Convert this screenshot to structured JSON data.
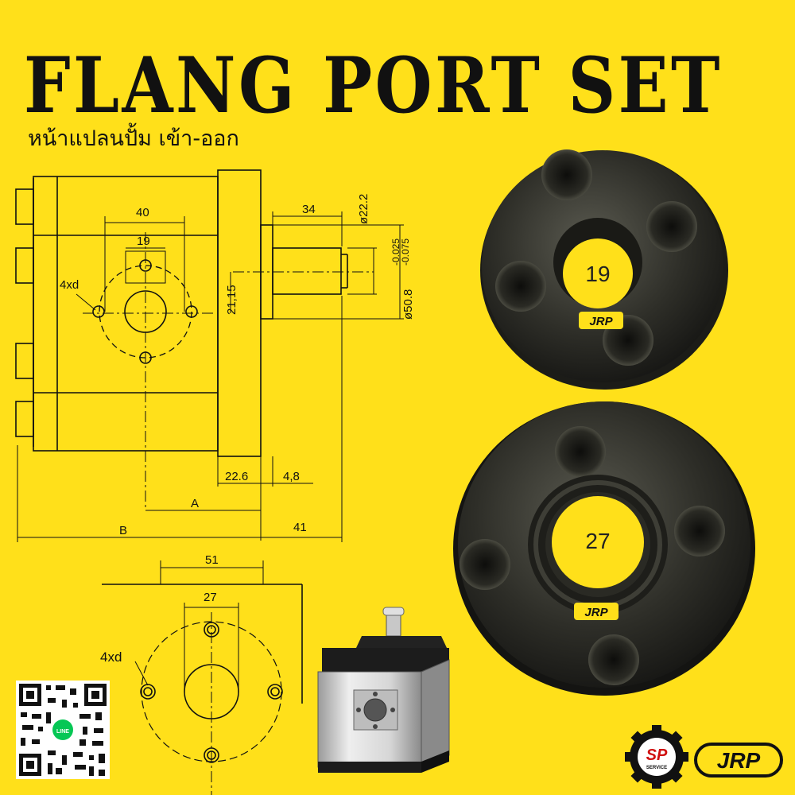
{
  "title": "FLANG PORT SET",
  "subtitle": "หน้าแปลนปั้ม เข้า-ออก",
  "drawing_top": {
    "dim_40": "40",
    "dim_19": "19",
    "dim_4xd": "4xd",
    "dim_34": "34",
    "dim_22_2": "ø22.2",
    "dim_21_15": "21,15",
    "dim_50_8": "ø50.8",
    "tol_upper": "-0.025",
    "tol_lower": "-0.075",
    "dim_22_6": "22.6",
    "dim_4_8": "4,8",
    "dim_A": "A",
    "dim_B": "B",
    "dim_41": "41"
  },
  "drawing_bottom": {
    "dim_51": "51",
    "dim_27": "27",
    "dim_4xd": "4xd"
  },
  "flange_small": {
    "label": "19",
    "brand": "JRP"
  },
  "flange_large": {
    "label": "27",
    "brand": "JRP"
  },
  "footer": {
    "service_logo_text": "SP",
    "service_logo_sub": "SERVICE",
    "brand_logo": "JRP",
    "qr_label": "LINE"
  }
}
